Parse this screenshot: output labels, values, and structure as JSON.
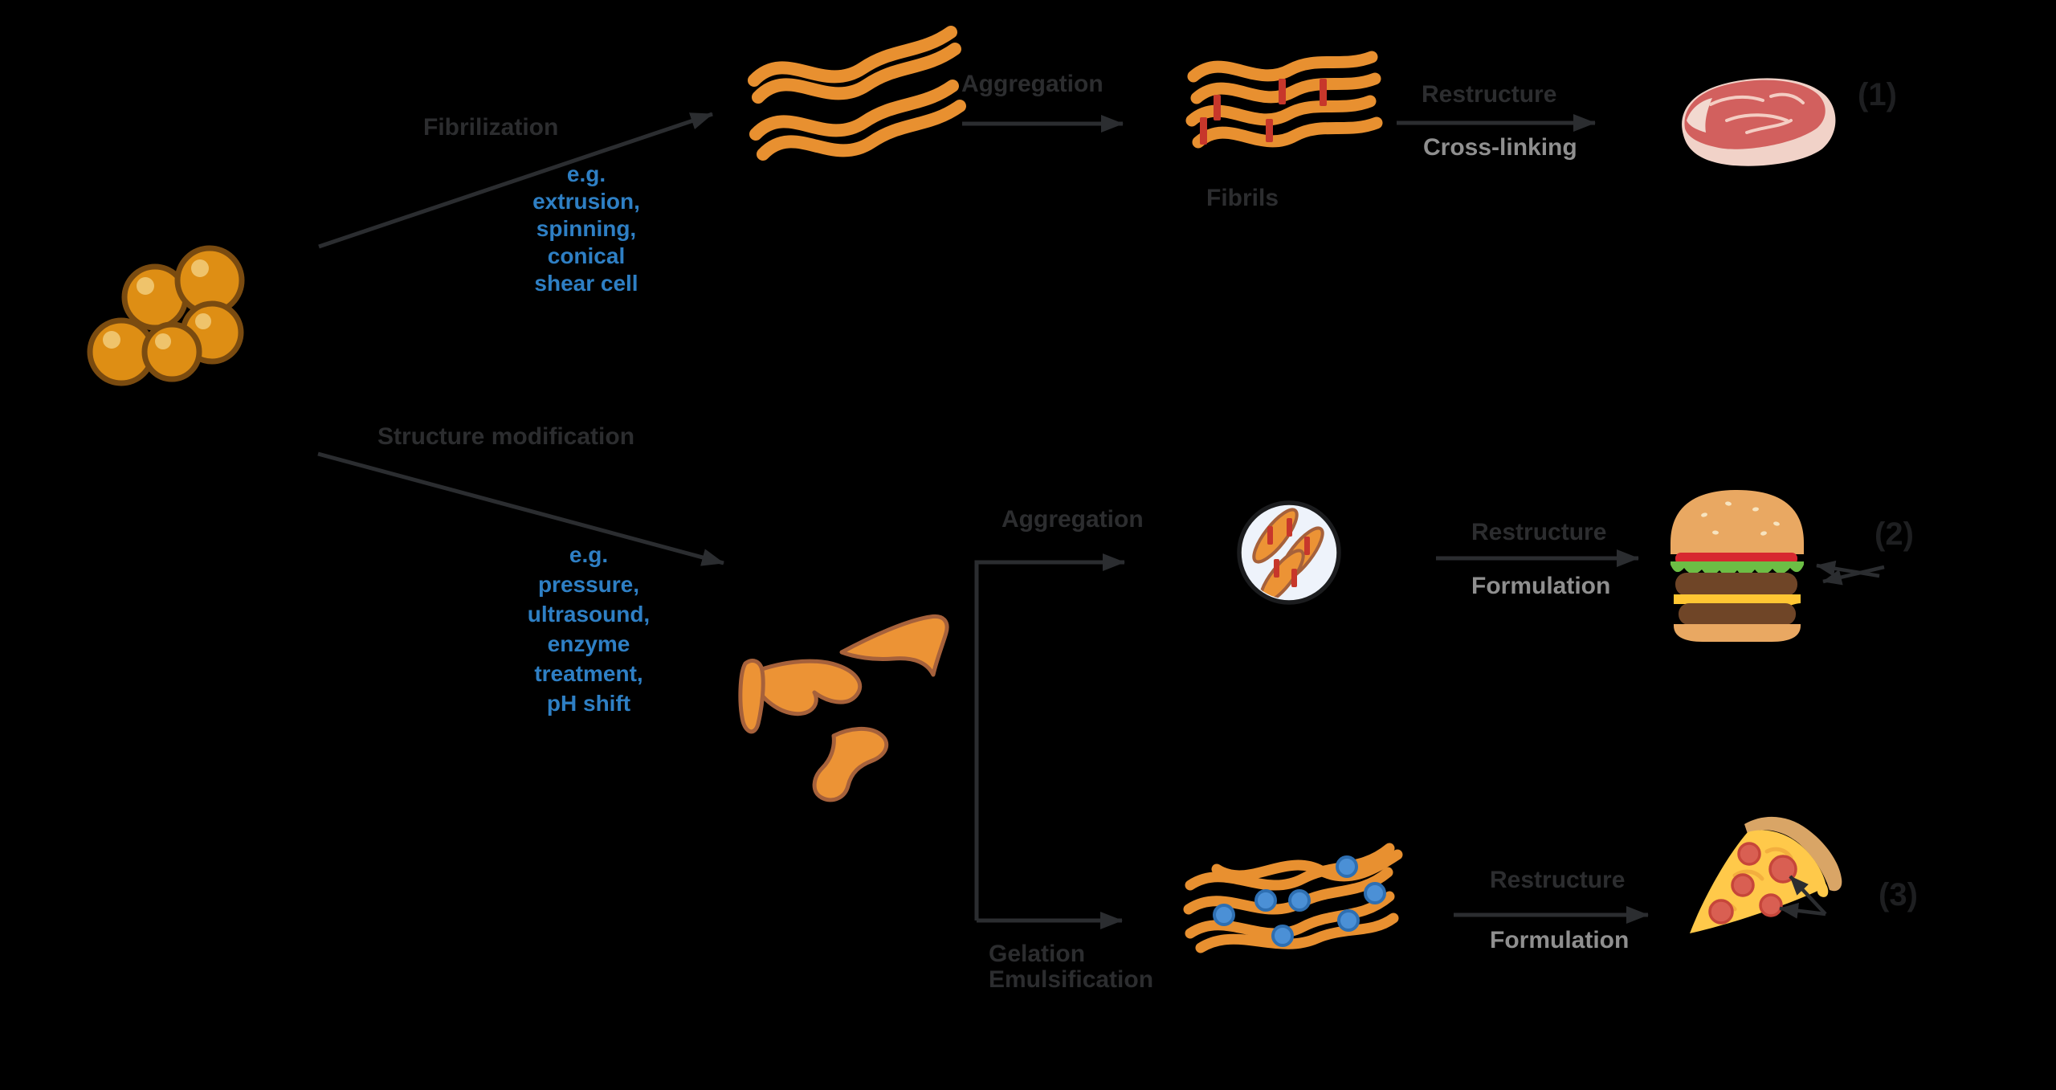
{
  "colors": {
    "background": "#000000",
    "label_dark": "#2C2D2F",
    "label_gray": "#8F8F8F",
    "label_blue": "#2E7FC4",
    "number_dark": "#1E1F21",
    "arrow": "#2B2D30",
    "fibril_orange": "#E89030",
    "globule_fill": "#DE8E14",
    "globule_outline": "#7A4B10",
    "globule_highlight": "#EFC36B",
    "blob_fill": "#EC9335",
    "blob_outline": "#A6613B",
    "crosslink_red": "#C7372B",
    "droplet_fill": "#4B90D6",
    "droplet_outline": "#2E6FB2",
    "aggregate_circle_fill": "#EEF3FB",
    "aggregate_circle_stroke": "#1B1C1E"
  },
  "pathway_fibrilization": {
    "process_label": "Fibrilization",
    "examples": [
      "e.g.",
      "extrusion,",
      "spinning,",
      "conical",
      "shear cell"
    ],
    "aggregation_label": "Aggregation",
    "intermediate_label": "Fibrils",
    "restructure_label": "Restructure",
    "method_label": "Cross-linking",
    "product_number": "(1)",
    "product_icon": "meat-steak"
  },
  "pathway_modification": {
    "process_label": "Structure modification",
    "examples": [
      "e.g.",
      "pressure,",
      "ultrasound,",
      "enzyme",
      "treatment,",
      "pH shift"
    ],
    "branch_aggregation": {
      "step_label": "Aggregation",
      "restructure_label": "Restructure",
      "method_label": "Formulation",
      "product_number": "(2)",
      "product_icon": "burger"
    },
    "branch_gelation": {
      "step_label_line1": "Gelation",
      "step_label_line2": "Emulsification",
      "restructure_label": "Restructure",
      "method_label": "Formulation",
      "product_number": "(3)",
      "product_icon": "pizza-slice"
    }
  },
  "icons": {
    "source": "protein-globules",
    "fibrils": "wavy-fibril-strands",
    "crosslinked_fibrils": "fibril-bundle-with-red-crosslinks",
    "denatured": "denatured-protein-fragments",
    "aggregate": "aggregated-fragments-in-circle",
    "gel_network": "fibril-network-with-blue-droplets"
  }
}
